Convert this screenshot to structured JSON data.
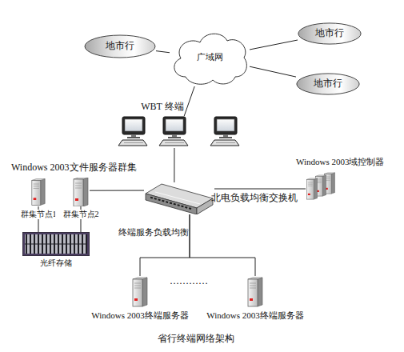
{
  "diagram": {
    "caption": "省行终端网络架构",
    "nodes": [
      {
        "text": [
          "地市行"
        ]
      },
      {
        "text": [
          "广域网"
        ]
      },
      {
        "text": [
          "地市行"
        ]
      },
      {
        "text": [
          "地市行"
        ]
      },
      {
        "text": [
          "WBT 终端"
        ]
      },
      {
        "text": [
          "Windows 2003域控制器"
        ]
      },
      {
        "text": [
          "群集节点1"
        ]
      },
      {
        "text": [
          "群集节点2"
        ]
      },
      {
        "text": [
          "北电负载均衡交换机"
        ]
      },
      {
        "text": [
          "光纤存储"
        ]
      },
      {
        "text": [
          "Windows 2003终端服务器"
        ]
      },
      {
        "text": [
          "Windows 2003终端服务器"
        ]
      }
    ],
    "edges": [
      {
        "from": 0,
        "to": 1,
        "arrow": "none"
      },
      {
        "from": 1,
        "to": 2,
        "arrow": "none"
      },
      {
        "from": 1,
        "to": 3,
        "arrow": "none"
      },
      {
        "from": 1,
        "to": 4,
        "arrow": "none"
      },
      {
        "from": 4,
        "to": 8,
        "arrow": "none"
      },
      {
        "from": 8,
        "to": 7,
        "arrow": "none"
      },
      {
        "from": 6,
        "to": 9,
        "arrow": "none"
      },
      {
        "from": 7,
        "to": 9,
        "arrow": "none"
      },
      {
        "from": 8,
        "to": 5,
        "arrow": "none"
      },
      {
        "from": 8,
        "to": 10,
        "label": "终端服务负载均衡",
        "arrow": "none"
      },
      {
        "from": 8,
        "to": 11,
        "arrow": "none"
      }
    ],
    "labels": [
      "Windows 2003文件服务器群集",
      "…………"
    ]
  }
}
